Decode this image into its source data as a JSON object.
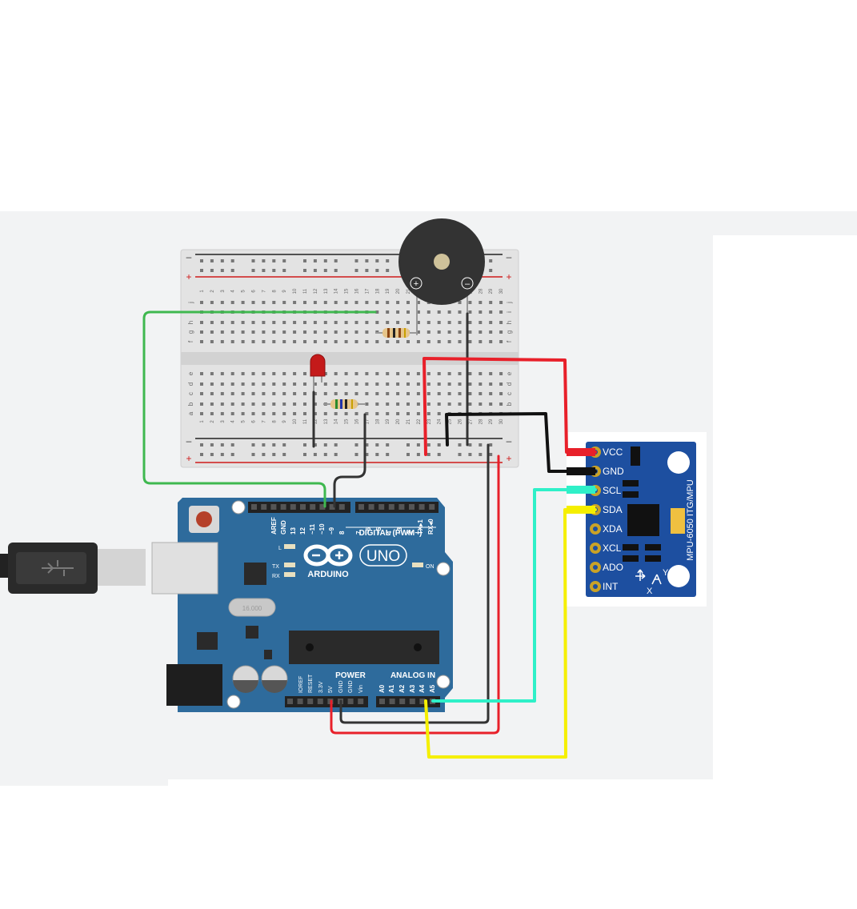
{
  "breadboard": {
    "row_letters_top": [
      "j",
      "i",
      "h",
      "g",
      "f"
    ],
    "row_letters_bottom": [
      "e",
      "d",
      "c",
      "b",
      "a"
    ],
    "column_numbers": [
      "1",
      "2",
      "3",
      "4",
      "5",
      "6",
      "7",
      "8",
      "9",
      "10",
      "11",
      "12",
      "13",
      "14",
      "15",
      "16",
      "17",
      "18",
      "19",
      "20",
      "21",
      "22",
      "23",
      "24",
      "25",
      "26",
      "27",
      "28",
      "29",
      "30"
    ],
    "rail_minus": "–",
    "rail_plus": "+"
  },
  "buzzer": {
    "plus": "+",
    "minus": "–"
  },
  "arduino": {
    "logo_text": "ARDUINO",
    "model": "UNO",
    "digital_label": "DIGITAL (PWM~)",
    "power_label": "POWER",
    "analog_label": "ANALOG IN",
    "led_l": "L",
    "led_tx": "TX",
    "led_rx": "RX",
    "led_on": "ON",
    "crystal_label": "16.000",
    "digital_pins": [
      "AREF",
      "GND",
      "13",
      "12",
      "~11",
      "~10",
      "~9",
      "8",
      "7",
      "~6",
      "~5",
      "4",
      "~3",
      "2",
      "TX▸1",
      "RX◂0"
    ],
    "power_pins": [
      "IOREF",
      "RESET",
      "3.3V",
      "5V",
      "GND",
      "GND",
      "Vin"
    ],
    "analog_pins": [
      "A0",
      "A1",
      "A2",
      "A3",
      "A4",
      "A5"
    ]
  },
  "mpu": {
    "pins": [
      "VCC",
      "GND",
      "SCL",
      "SDA",
      "XDA",
      "XCL",
      "ADO",
      "INT"
    ],
    "title": "MPU-6050 ITG/MPU",
    "axis_y": "Y",
    "axis_x": "X"
  },
  "colors": {
    "canvas": "#f2f3f4",
    "board": "#2e6b9c",
    "wire_green": "#3fb84f",
    "wire_red": "#e8202a",
    "wire_black": "#111111",
    "wire_cyan": "#2ff0c8",
    "wire_yellow": "#f5ef00",
    "mpu_board": "#1d4fa0"
  }
}
